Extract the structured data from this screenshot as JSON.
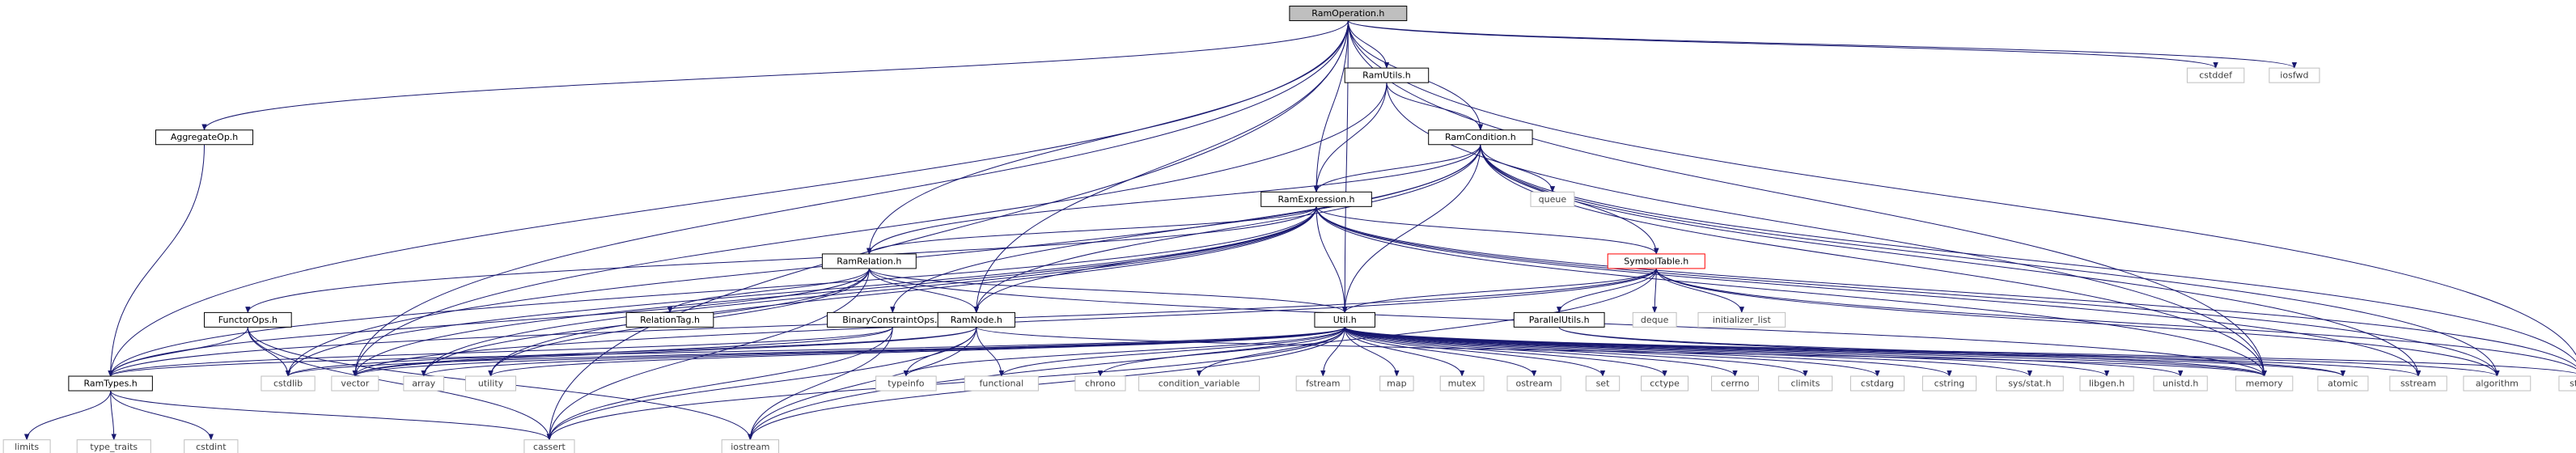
{
  "colors": {
    "edge": "#191970",
    "root_fill": "#bfbfbf",
    "node_border": "#000000",
    "node_text": "#000000",
    "system_border": "#bfbfbf",
    "system_text": "#404040",
    "truncated_border": "#ff0000"
  },
  "nodes": [
    {
      "id": "RamOperation",
      "label": "RamOperation.h",
      "kind": "root"
    },
    {
      "id": "RamUtils",
      "label": "RamUtils.h",
      "kind": "local"
    },
    {
      "id": "AggregateOp",
      "label": "AggregateOp.h",
      "kind": "local"
    },
    {
      "id": "RamCondition",
      "label": "RamCondition.h",
      "kind": "local"
    },
    {
      "id": "RamExpression",
      "label": "RamExpression.h",
      "kind": "local"
    },
    {
      "id": "RamRelation",
      "label": "RamRelation.h",
      "kind": "local"
    },
    {
      "id": "SymbolTable",
      "label": "SymbolTable.h",
      "kind": "truncated"
    },
    {
      "id": "FunctorOps",
      "label": "FunctorOps.h",
      "kind": "local"
    },
    {
      "id": "RelationTag",
      "label": "RelationTag.h",
      "kind": "local"
    },
    {
      "id": "BinaryConstraintOps",
      "label": "BinaryConstraintOps.h",
      "kind": "local"
    },
    {
      "id": "RamNode",
      "label": "RamNode.h",
      "kind": "local"
    },
    {
      "id": "Util",
      "label": "Util.h",
      "kind": "local"
    },
    {
      "id": "ParallelUtils",
      "label": "ParallelUtils.h",
      "kind": "local"
    },
    {
      "id": "RamTypes",
      "label": "RamTypes.h",
      "kind": "local"
    },
    {
      "id": "cstddef",
      "label": "cstddef",
      "kind": "system"
    },
    {
      "id": "iosfwd",
      "label": "iosfwd",
      "kind": "system"
    },
    {
      "id": "queue",
      "label": "queue",
      "kind": "system"
    },
    {
      "id": "deque",
      "label": "deque",
      "kind": "system"
    },
    {
      "id": "initializer_list",
      "label": "initializer_list",
      "kind": "system"
    },
    {
      "id": "cstdlib",
      "label": "cstdlib",
      "kind": "system"
    },
    {
      "id": "vector",
      "label": "vector",
      "kind": "system"
    },
    {
      "id": "array",
      "label": "array",
      "kind": "system"
    },
    {
      "id": "utility",
      "label": "utility",
      "kind": "system"
    },
    {
      "id": "typeinfo",
      "label": "typeinfo",
      "kind": "system"
    },
    {
      "id": "functional",
      "label": "functional",
      "kind": "system"
    },
    {
      "id": "chrono",
      "label": "chrono",
      "kind": "system"
    },
    {
      "id": "condition_variable",
      "label": "condition_variable",
      "kind": "system"
    },
    {
      "id": "fstream",
      "label": "fstream",
      "kind": "system"
    },
    {
      "id": "map",
      "label": "map",
      "kind": "system"
    },
    {
      "id": "mutex",
      "label": "mutex",
      "kind": "system"
    },
    {
      "id": "ostream",
      "label": "ostream",
      "kind": "system"
    },
    {
      "id": "set",
      "label": "set",
      "kind": "system"
    },
    {
      "id": "cctype",
      "label": "cctype",
      "kind": "system"
    },
    {
      "id": "cerrno",
      "label": "cerrno",
      "kind": "system"
    },
    {
      "id": "climits",
      "label": "climits",
      "kind": "system"
    },
    {
      "id": "cstdarg",
      "label": "cstdarg",
      "kind": "system"
    },
    {
      "id": "cstring",
      "label": "cstring",
      "kind": "system"
    },
    {
      "id": "sys_stat",
      "label": "sys/stat.h",
      "kind": "system"
    },
    {
      "id": "libgen",
      "label": "libgen.h",
      "kind": "system"
    },
    {
      "id": "unistd",
      "label": "unistd.h",
      "kind": "system"
    },
    {
      "id": "memory",
      "label": "memory",
      "kind": "system"
    },
    {
      "id": "atomic",
      "label": "atomic",
      "kind": "system"
    },
    {
      "id": "sstream",
      "label": "sstream",
      "kind": "system"
    },
    {
      "id": "algorithm",
      "label": "algorithm",
      "kind": "system"
    },
    {
      "id": "string",
      "label": "string",
      "kind": "system"
    },
    {
      "id": "limits",
      "label": "limits",
      "kind": "system"
    },
    {
      "id": "type_traits",
      "label": "type_traits",
      "kind": "system"
    },
    {
      "id": "cstdint",
      "label": "cstdint",
      "kind": "system"
    },
    {
      "id": "cassert",
      "label": "cassert",
      "kind": "system"
    },
    {
      "id": "iostream",
      "label": "iostream",
      "kind": "system"
    }
  ],
  "edges": [
    [
      "RamOperation",
      "RamUtils"
    ],
    [
      "RamOperation",
      "AggregateOp"
    ],
    [
      "RamOperation",
      "RamCondition"
    ],
    [
      "RamOperation",
      "RamExpression"
    ],
    [
      "RamOperation",
      "RamRelation"
    ],
    [
      "RamOperation",
      "RamNode"
    ],
    [
      "RamOperation",
      "Util"
    ],
    [
      "RamOperation",
      "RamTypes"
    ],
    [
      "RamOperation",
      "vector"
    ],
    [
      "RamOperation",
      "cassert"
    ],
    [
      "RamOperation",
      "cstddef"
    ],
    [
      "RamOperation",
      "iosfwd"
    ],
    [
      "RamOperation",
      "memory"
    ],
    [
      "RamOperation",
      "string"
    ],
    [
      "RamUtils",
      "RamCondition"
    ],
    [
      "RamUtils",
      "RamExpression"
    ],
    [
      "RamUtils",
      "memory"
    ],
    [
      "RamUtils",
      "vector"
    ],
    [
      "AggregateOp",
      "RamTypes"
    ],
    [
      "RamCondition",
      "RamExpression"
    ],
    [
      "RamCondition",
      "RamRelation"
    ],
    [
      "RamCondition",
      "SymbolTable"
    ],
    [
      "RamCondition",
      "RamNode"
    ],
    [
      "RamCondition",
      "Util"
    ],
    [
      "RamCondition",
      "queue"
    ],
    [
      "RamCondition",
      "cstdlib"
    ],
    [
      "RamCondition",
      "memory"
    ],
    [
      "RamCondition",
      "sstream"
    ],
    [
      "RamCondition",
      "string"
    ],
    [
      "RamCondition",
      "BinaryConstraintOps"
    ],
    [
      "RamCondition",
      "algorithm"
    ],
    [
      "RamExpression",
      "RamRelation"
    ],
    [
      "RamExpression",
      "SymbolTable"
    ],
    [
      "RamExpression",
      "RamNode"
    ],
    [
      "RamExpression",
      "Util"
    ],
    [
      "RamExpression",
      "FunctorOps"
    ],
    [
      "RamExpression",
      "RamTypes"
    ],
    [
      "RamExpression",
      "array"
    ],
    [
      "RamExpression",
      "cstdlib"
    ],
    [
      "RamExpression",
      "utility"
    ],
    [
      "RamExpression",
      "vector"
    ],
    [
      "RamExpression",
      "memory"
    ],
    [
      "RamExpression",
      "sstream"
    ],
    [
      "RamExpression",
      "string"
    ],
    [
      "RamExpression",
      "algorithm"
    ],
    [
      "RamRelation",
      "RelationTag"
    ],
    [
      "RamRelation",
      "RamNode"
    ],
    [
      "RamRelation",
      "Util"
    ],
    [
      "RamRelation",
      "RamTypes"
    ],
    [
      "RamRelation",
      "cassert"
    ],
    [
      "RamRelation",
      "utility"
    ],
    [
      "RamRelation",
      "array"
    ],
    [
      "RamRelation",
      "memory"
    ],
    [
      "SymbolTable",
      "ParallelUtils"
    ],
    [
      "SymbolTable",
      "RamTypes"
    ],
    [
      "SymbolTable",
      "Util"
    ],
    [
      "SymbolTable",
      "deque"
    ],
    [
      "SymbolTable",
      "initializer_list"
    ],
    [
      "SymbolTable",
      "iostream"
    ],
    [
      "SymbolTable",
      "string"
    ],
    [
      "SymbolTable",
      "vector"
    ],
    [
      "SymbolTable",
      "algorithm"
    ],
    [
      "FunctorOps",
      "RamTypes"
    ],
    [
      "FunctorOps",
      "cassert"
    ],
    [
      "FunctorOps",
      "cstdlib"
    ],
    [
      "FunctorOps",
      "iostream"
    ],
    [
      "BinaryConstraintOps",
      "RamTypes"
    ],
    [
      "BinaryConstraintOps",
      "cassert"
    ],
    [
      "BinaryConstraintOps",
      "iostream"
    ],
    [
      "BinaryConstraintOps",
      "vector"
    ],
    [
      "RamNode",
      "cassert"
    ],
    [
      "RamNode",
      "functional"
    ],
    [
      "RamNode",
      "iostream"
    ],
    [
      "RamNode",
      "typeinfo"
    ],
    [
      "RamNode",
      "vector"
    ],
    [
      "RamNode",
      "memory"
    ],
    [
      "RamNode",
      "cstdlib"
    ],
    [
      "RamTypes",
      "cassert"
    ],
    [
      "RamTypes",
      "cstdint"
    ],
    [
      "RamTypes",
      "limits"
    ],
    [
      "RamTypes",
      "type_traits"
    ],
    [
      "Util",
      "RamTypes"
    ],
    [
      "Util",
      "cassert"
    ],
    [
      "Util",
      "iostream"
    ],
    [
      "Util",
      "cstdlib"
    ],
    [
      "Util",
      "vector"
    ],
    [
      "Util",
      "array"
    ],
    [
      "Util",
      "utility"
    ],
    [
      "Util",
      "typeinfo"
    ],
    [
      "Util",
      "functional"
    ],
    [
      "Util",
      "chrono"
    ],
    [
      "Util",
      "condition_variable"
    ],
    [
      "Util",
      "fstream"
    ],
    [
      "Util",
      "map"
    ],
    [
      "Util",
      "mutex"
    ],
    [
      "Util",
      "ostream"
    ],
    [
      "Util",
      "set"
    ],
    [
      "Util",
      "cctype"
    ],
    [
      "Util",
      "cerrno"
    ],
    [
      "Util",
      "climits"
    ],
    [
      "Util",
      "cstdarg"
    ],
    [
      "Util",
      "cstring"
    ],
    [
      "Util",
      "sys_stat"
    ],
    [
      "Util",
      "libgen"
    ],
    [
      "Util",
      "unistd"
    ],
    [
      "Util",
      "memory"
    ],
    [
      "Util",
      "atomic"
    ],
    [
      "Util",
      "sstream"
    ],
    [
      "Util",
      "algorithm"
    ],
    [
      "Util",
      "string"
    ],
    [
      "ParallelUtils",
      "atomic"
    ],
    [
      "ParallelUtils",
      "memory"
    ]
  ]
}
